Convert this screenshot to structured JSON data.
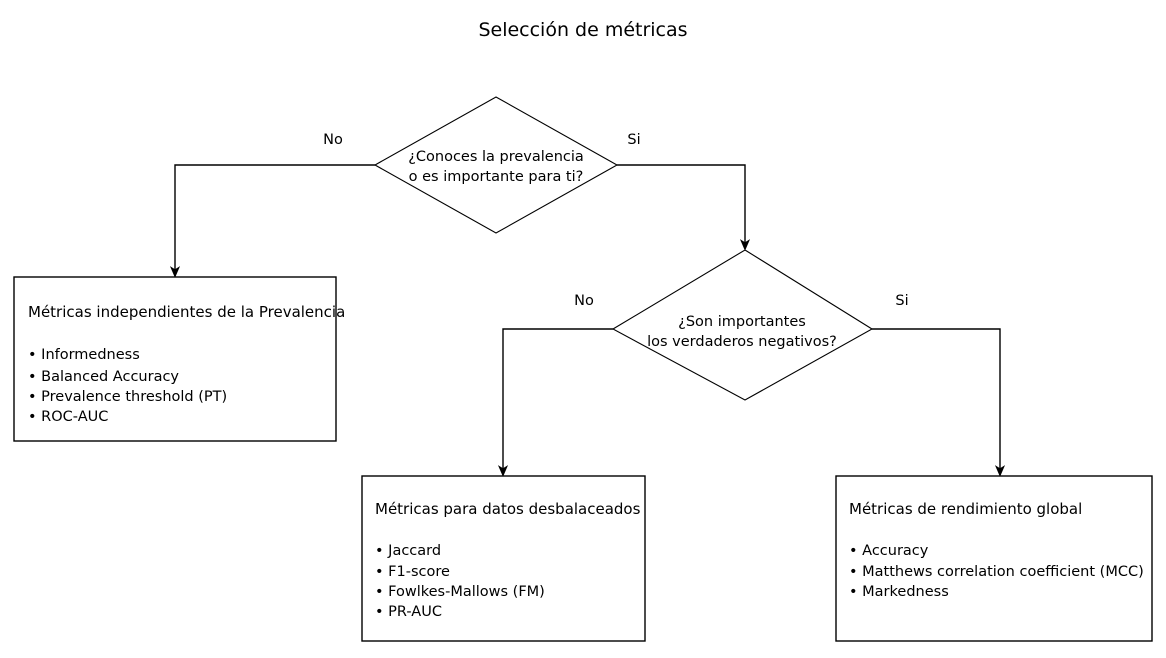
{
  "title": "Selección de métricas",
  "colors": {
    "background": "#ffffff",
    "stroke": "#000000",
    "text": "#000000"
  },
  "decisions": [
    {
      "id": "decision-prevalence",
      "line1": "¿Conoces la prevalencia",
      "line2": "o es importante para ti?",
      "left_label": "No",
      "right_label": "Si"
    },
    {
      "id": "decision-true-negatives",
      "line1": "¿Son importantes",
      "line2": "los verdaderos negativos?",
      "left_label": "No",
      "right_label": "Si"
    }
  ],
  "outcomes": [
    {
      "id": "outcome-prevalence-independent",
      "title": "Métricas independientes de la Prevalencia",
      "items": [
        "• Informedness",
        "• Balanced Accuracy",
        "• Prevalence threshold (PT)",
        "• ROC-AUC"
      ]
    },
    {
      "id": "outcome-imbalanced",
      "title": "Métricas para datos desbalaceados",
      "items": [
        "• Jaccard",
        "• F1-score",
        "• Fowlkes-Mallows (FM)",
        "• PR-AUC"
      ]
    },
    {
      "id": "outcome-global-performance",
      "title": "Métricas de rendimiento global",
      "items": [
        "• Accuracy",
        "• Matthews correlation coefficient (MCC)",
        "• Markedness"
      ]
    }
  ]
}
